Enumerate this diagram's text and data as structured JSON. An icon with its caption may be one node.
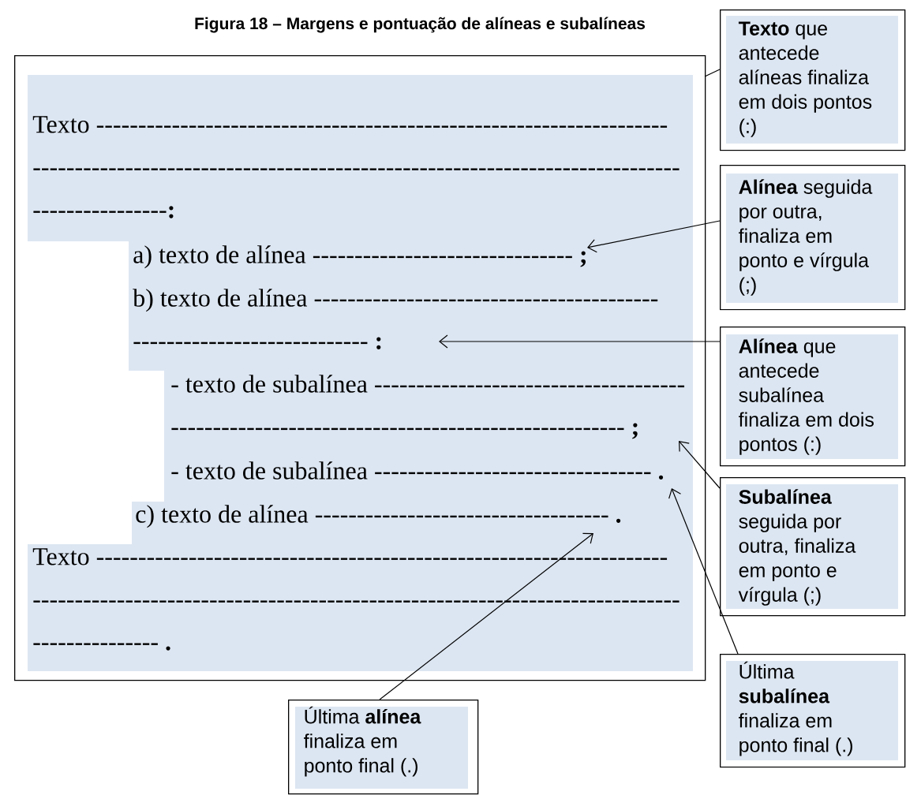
{
  "diagram": {
    "title": "Figura 18 – Margens e pontuação de alíneas e subalíneas",
    "nodes": [
      {
        "text": [],
        "shape": "box"
      },
      {
        "text": [
          "Texto -------------------------------------------------------------------- ----------------------------------------------------------------------------- ----------------**:**"
        ],
        "in": 0
      },
      {
        "text": [
          "a) texto de alínea ------------------------------- **;**"
        ],
        "in": 0
      },
      {
        "text": [
          "b) texto de alínea ----------------------------------------- ---------------------------- **:**"
        ],
        "in": 0
      },
      {
        "text": [
          "- texto de subalínea ------------------------------------- ------------------------------------------------------ **;**"
        ],
        "in": 0
      },
      {
        "text": [
          "- texto de subalínea --------------------------------- **.**"
        ],
        "in": 0
      },
      {
        "text": [
          "c) texto de alínea ----------------------------------- **.**"
        ],
        "in": 0
      },
      {
        "text": [
          "Texto -------------------------------------------------------------------- ----------------------------------------------------------------------------- --------------- **.**"
        ],
        "in": 0
      },
      {
        "text": [
          "**Texto** que antecede alíneas finaliza em dois pontos (:)"
        ]
      },
      {
        "text": [
          "**Alínea** seguida por outra, finaliza em ponto e vírgula (;)"
        ]
      },
      {
        "text": [
          "**Alínea** que antecede subalínea finaliza em dois pontos (:)"
        ]
      },
      {
        "text": [
          "**Subalínea** seguida por outra, finaliza em ponto e vírgula (;)"
        ]
      },
      {
        "text": [
          "Última **subalínea** finaliza em ponto final (.)"
        ]
      },
      {
        "text": [
          "Última **alínea** finaliza em ponto final (.)"
        ]
      }
    ],
    "edges": [
      {
        "from": 8,
        "to": 0,
        "arrow": "none"
      },
      {
        "from": 9,
        "to": 2,
        "arrow": "to"
      },
      {
        "from": 10,
        "to": 3,
        "arrow": "to"
      },
      {
        "from": 11,
        "to": 4,
        "arrow": "to"
      },
      {
        "from": 12,
        "to": 5,
        "arrow": "to"
      },
      {
        "from": 13,
        "to": 6,
        "arrow": "to"
      }
    ]
  }
}
